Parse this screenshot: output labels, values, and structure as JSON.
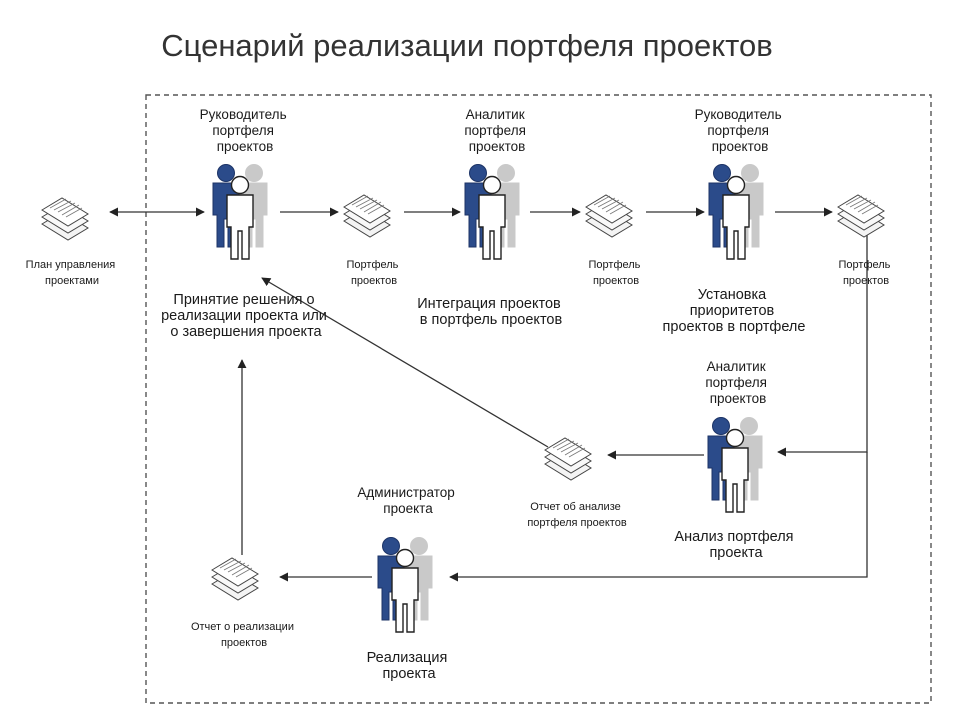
{
  "title": "Сценарий реализации портфеля проектов",
  "documents": {
    "plan": [
      "План управления",
      "проектами"
    ],
    "portfolio1": [
      "Портфель",
      "проектов"
    ],
    "portfolio2": [
      "Портфель",
      "проектов"
    ],
    "portfolio3": [
      "Портфель",
      "проектов"
    ],
    "analysis_report": [
      "Отчет об анализе",
      "портфеля проектов"
    ],
    "implementation_report": [
      "Отчет о реализации",
      "проектов"
    ]
  },
  "roles": {
    "portfolio_manager_1": [
      "Руководитель",
      "портфеля",
      "проектов"
    ],
    "portfolio_analyst_1": [
      "Аналитик",
      "портфеля",
      "проектов"
    ],
    "portfolio_manager_2": [
      "Руководитель",
      "портфеля",
      "проектов"
    ],
    "portfolio_analyst_2": [
      "Аналитик",
      "портфеля",
      "проектов"
    ],
    "project_admin": [
      "Администратор",
      "проекта"
    ]
  },
  "activities": {
    "decision": [
      "Принятие решения о",
      "реализации проекта или",
      "о завершения проекта"
    ],
    "integration": [
      "Интеграция проектов",
      "в портфель проектов"
    ],
    "prioritization": [
      "Установка",
      "приоритетов",
      "проектов в портфеле"
    ],
    "analysis": [
      "Анализ портфеля",
      "проекта"
    ],
    "implementation": [
      "Реализация",
      "проекта"
    ]
  },
  "colors": {
    "person_dark": "#2b4b8a",
    "person_light": "#ffffff",
    "person_grey": "#c9c9c9",
    "line": "#333333",
    "frame": "#555555"
  }
}
